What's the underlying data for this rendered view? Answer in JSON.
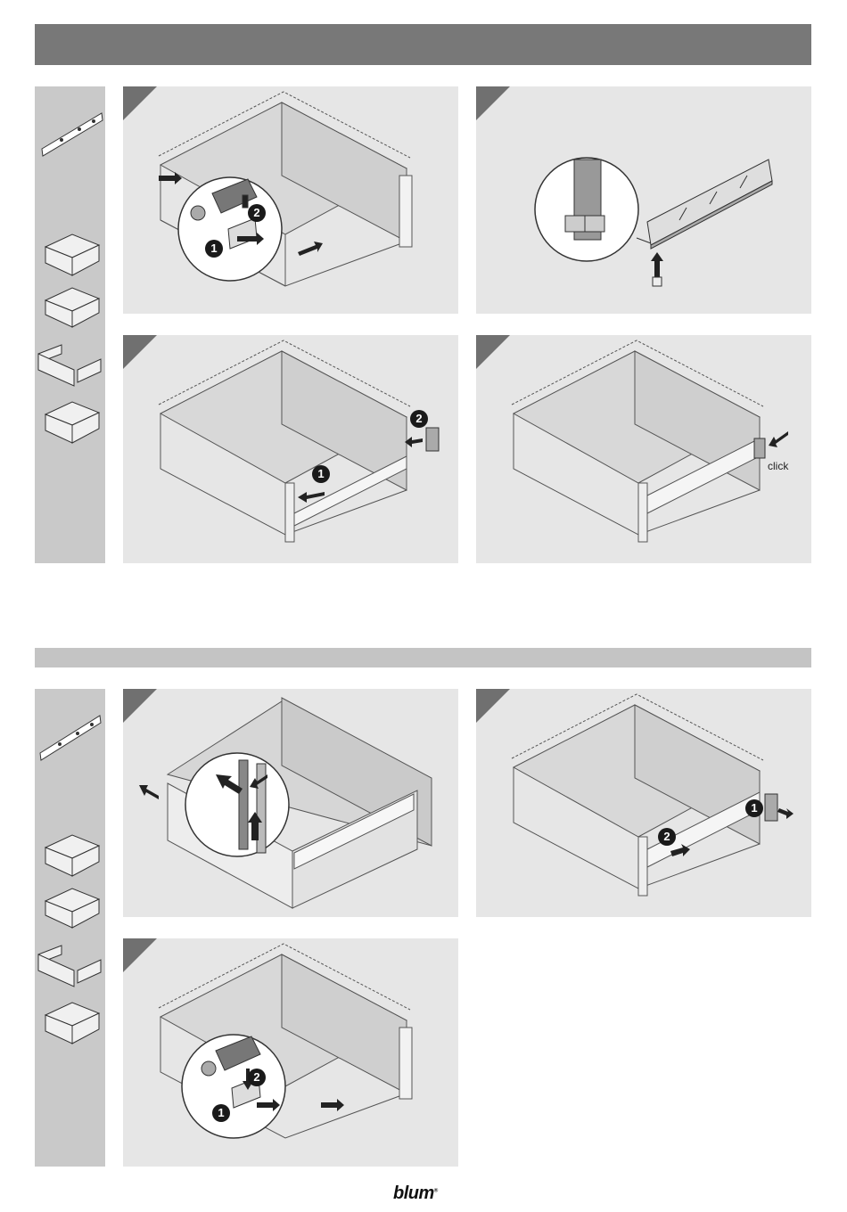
{
  "header_bar_color": "#787878",
  "subheader_bar_color": "#c4c4c4",
  "panel_color": "#e6e6e6",
  "sidebar_color": "#c9c9c9",
  "section1": {
    "panels": [
      {
        "id": "s1p1",
        "badges": [
          "1",
          "2"
        ]
      },
      {
        "id": "s1p2",
        "badges": []
      },
      {
        "id": "s1p3",
        "badges": [
          "1",
          "2"
        ]
      },
      {
        "id": "s1p4",
        "badges": [],
        "label": "click"
      }
    ]
  },
  "section2": {
    "panels": [
      {
        "id": "s2p1",
        "badges": []
      },
      {
        "id": "s2p2",
        "badges": [
          "1",
          "2"
        ]
      },
      {
        "id": "s2p3",
        "badges": [
          "1",
          "2"
        ]
      }
    ]
  },
  "footer": {
    "logo": "blum"
  }
}
